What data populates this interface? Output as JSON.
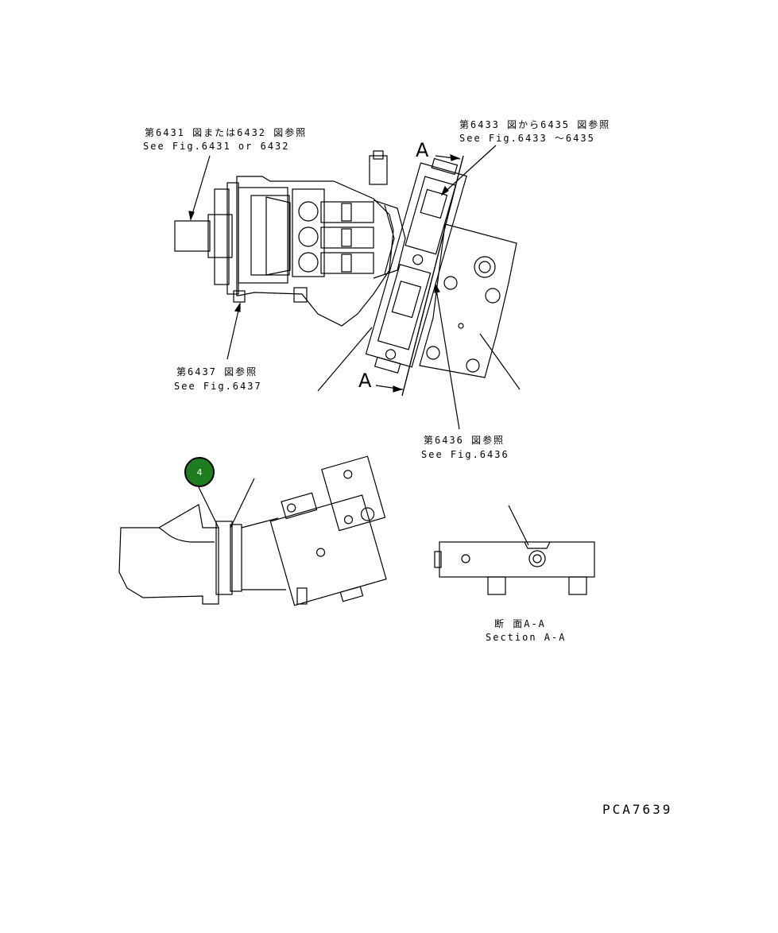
{
  "labels": {
    "ref_6431_jp": "第6431 図または6432 図参照",
    "ref_6431_en": "See Fig.6431 or 6432",
    "ref_6433_jp": "第6433 図から6435 図参照",
    "ref_6433_en": "See Fig.6433 〜6435",
    "ref_6437_jp": "第6437 図参照",
    "ref_6437_en": "See Fig.6437",
    "ref_6436_jp": "第6436 図参照",
    "ref_6436_en": "See Fig.6436",
    "section_jp": "断 面A-A",
    "section_en": "Section A-A",
    "section_mark_top": "A",
    "section_mark_bottom": "A"
  },
  "callouts": [
    {
      "number": "4",
      "color": "#1e7d1e"
    }
  ],
  "part_number": "PCA7639"
}
